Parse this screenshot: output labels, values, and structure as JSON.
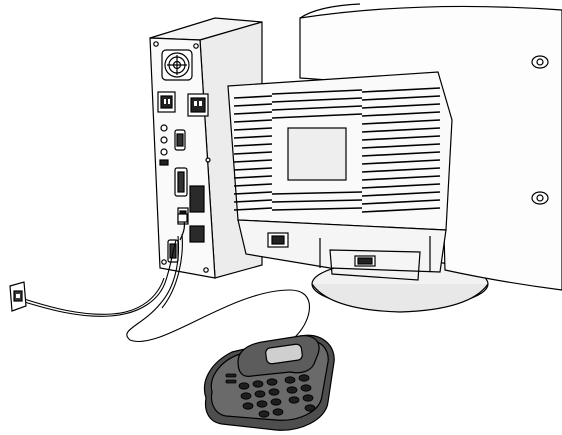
{
  "diagram": {
    "components": [
      "computer-tower",
      "crt-monitor",
      "wall-phone-jack",
      "telephone",
      "phone-cord",
      "modem-cable"
    ],
    "colors": {
      "line": "#000000",
      "panel": "#ffffff",
      "shade": "#e6e6e6",
      "dark": "#3a3a3a",
      "phone_body": "#5a5a5a",
      "phone_keys": "#1e1e1e",
      "phone_display": "#c8c8c8"
    }
  }
}
